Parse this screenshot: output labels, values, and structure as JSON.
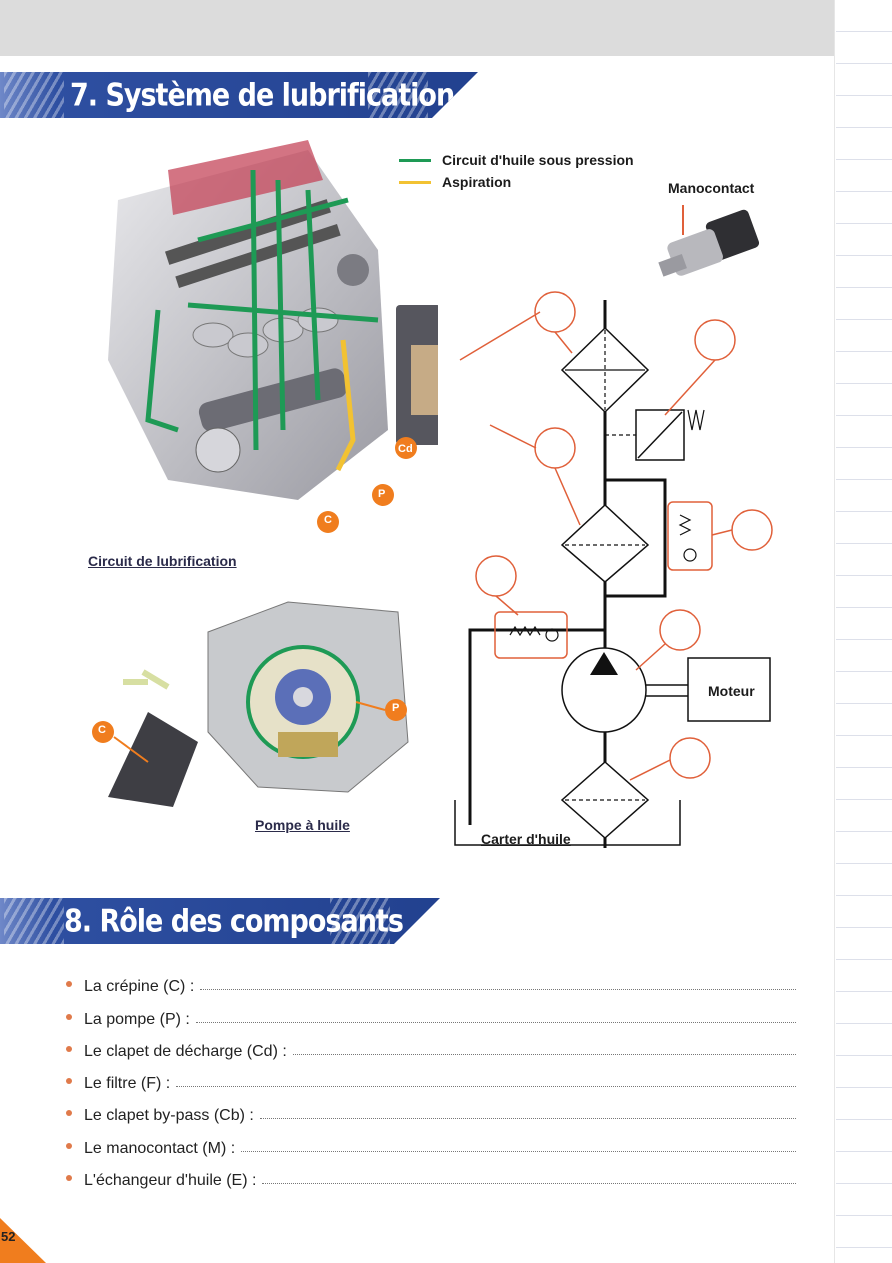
{
  "section7": {
    "title": "7. Système de lubrification"
  },
  "legend": {
    "pressure_label": "Circuit d'huile sous pression",
    "suction_label": "Aspiration",
    "pressure_color": "#1e9a55",
    "suction_color": "#f2c232"
  },
  "engine_figure": {
    "caption": "Circuit de lubrification",
    "markers": [
      "Cd",
      "P",
      "C"
    ]
  },
  "pump_figure": {
    "caption": "Pompe à huile",
    "markers": [
      "C",
      "P"
    ]
  },
  "schematic": {
    "manocontact_label": "Manocontact",
    "moteur_label": "Moteur",
    "carter_label": "Carter d'huile",
    "callout_color": "#e0603a"
  },
  "section8": {
    "title": "8. Rôle des composants",
    "items": [
      "La crépine (C) :",
      "La pompe (P) :",
      "Le clapet de décharge (Cd) :",
      "Le filtre (F) :",
      "Le clapet by-pass (Cb) :",
      "Le manocontact (M) :",
      "L'échangeur d'huile (E) :"
    ]
  },
  "page_number": "52",
  "accent_color": "#f07d1e"
}
